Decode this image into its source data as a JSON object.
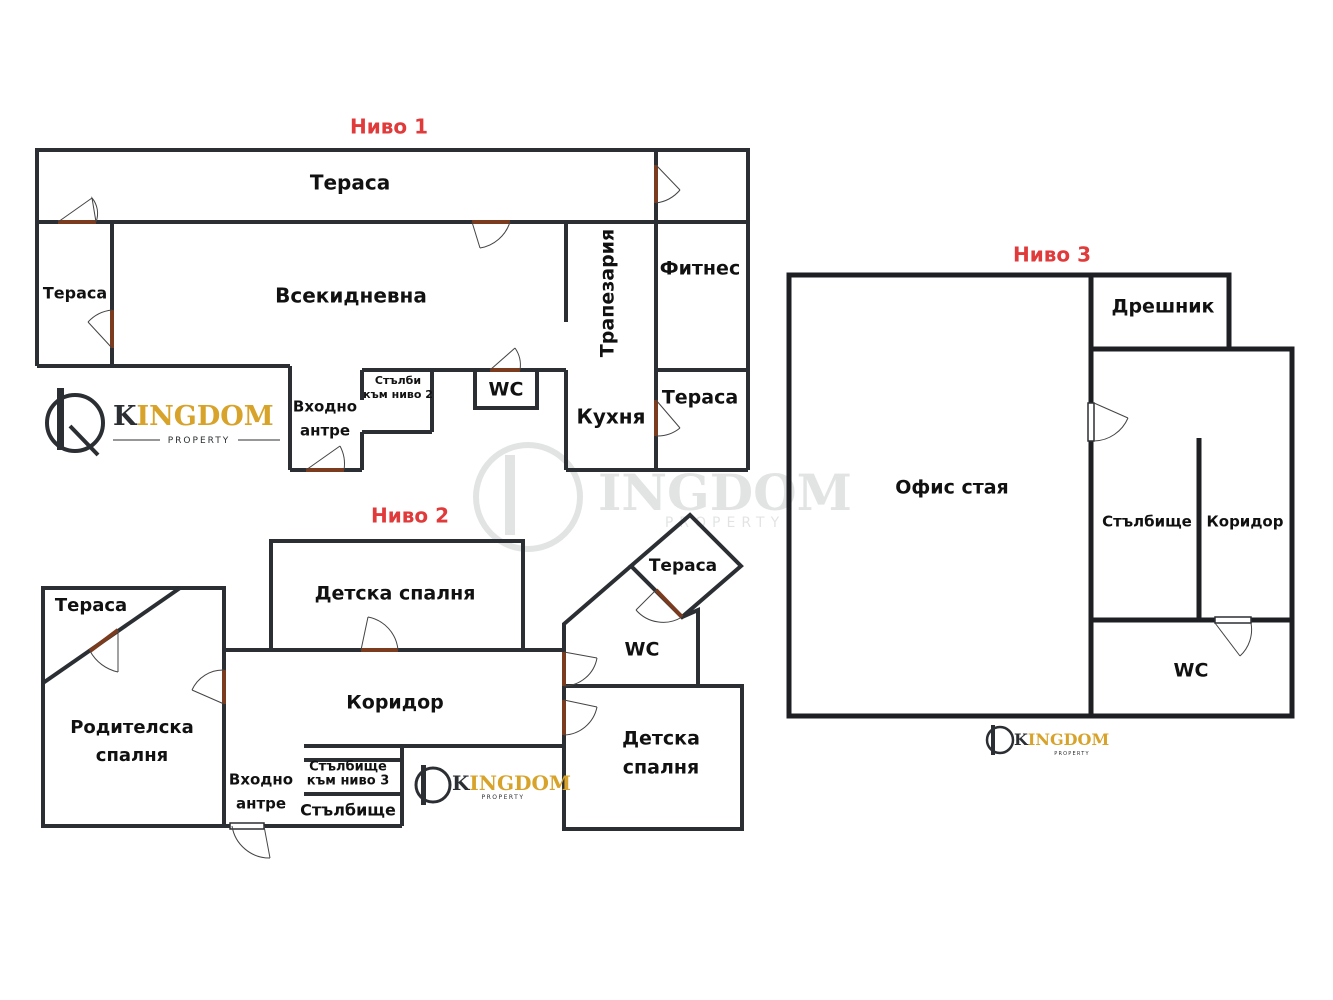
{
  "levels": {
    "level1": "Ниво 1",
    "level2": "Ниво 2",
    "level3": "Ниво 3"
  },
  "rooms": {
    "l1_terrace_top": "Тераса",
    "l1_terrace_left": "Тераса",
    "l1_living": "Всекидневна",
    "l1_dining": "Трапезария",
    "l1_fitness": "Фитнес",
    "l1_terrace_right": "Тераса",
    "l1_kitchen": "Кухня",
    "l1_wc": "WC",
    "l1_stairs_line1": "Стълби",
    "l1_stairs_line2": "към ниво 2",
    "l1_entry_line1": "Входно",
    "l1_entry_line2": "антре",
    "l2_terrace_left": "Тераса",
    "l2_parent_line1": "Родителска",
    "l2_parent_line2": "спалня",
    "l2_kids_top": "Детска спалня",
    "l2_corridor": "Коридор",
    "l2_entry_line1": "Входно",
    "l2_entry_line2": "антре",
    "l2_stairs3_line1": "Стълбище",
    "l2_stairs3_line2": "към ниво 3",
    "l2_stairs": "Стълбище",
    "l2_terrace_diamond": "Тераса",
    "l2_wc": "WC",
    "l2_kids_right_line1": "Детска",
    "l2_kids_right_line2": "спалня",
    "l3_office": "Офис стая",
    "l3_wardrobe": "Дрешник",
    "l3_stairs": "Стълбище",
    "l3_corridor": "Коридор",
    "l3_wc": "WC"
  },
  "brand": {
    "name_k": "K",
    "name_rest": "INGDOM",
    "sub": "PROPERTY",
    "color_dark": "#2b2f33",
    "color_gold": "#d8a32b"
  },
  "colors": {
    "wall": "#2b2f33",
    "door": "#7a3b1e",
    "level_label": "#e03a3a"
  }
}
